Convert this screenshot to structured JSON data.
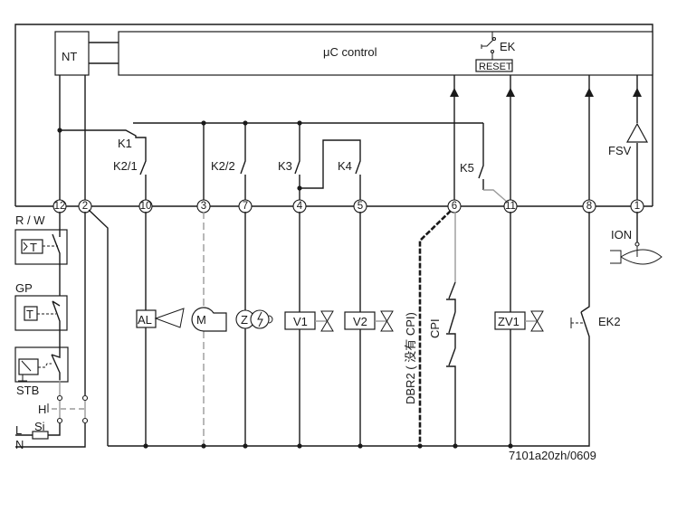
{
  "diagram": {
    "type": "burner control wiring schematic",
    "controller_label": "μC control",
    "power_supply_label": "NT",
    "ek_label": "EK",
    "reset_label": "RESET",
    "drawing_number": "7101a20zh/0609",
    "terminals": [
      "12",
      "2",
      "10",
      "3",
      "7",
      "4",
      "5",
      "6",
      "11",
      "8",
      "1"
    ],
    "relay_contacts": {
      "k1": "K1",
      "k2_1": "K2/1",
      "k2_2": "K2/2",
      "k3": "K3",
      "k4": "K4",
      "k5": "K5"
    },
    "flame_sensor_amp": "FSV",
    "ionization_probe": "ION",
    "external_components": {
      "room_thermostat": "R / W",
      "thermostat_symbol": "T",
      "gas_pressure_switch": "GP",
      "gp_symbol": "T",
      "safety_limit_thermostat": "STB",
      "main_switch": "H",
      "fuse": "Si",
      "line": "L",
      "neutral": "N",
      "alarm": "AL",
      "motor": "M",
      "ignition": "Z",
      "valve1": "V1",
      "valve2": "V2",
      "pilot_valve": "ZV1",
      "cpi": "CPI",
      "dbr2_bridge": "DBR2 ( 没有 CPI)",
      "ek2": "EK2"
    }
  }
}
